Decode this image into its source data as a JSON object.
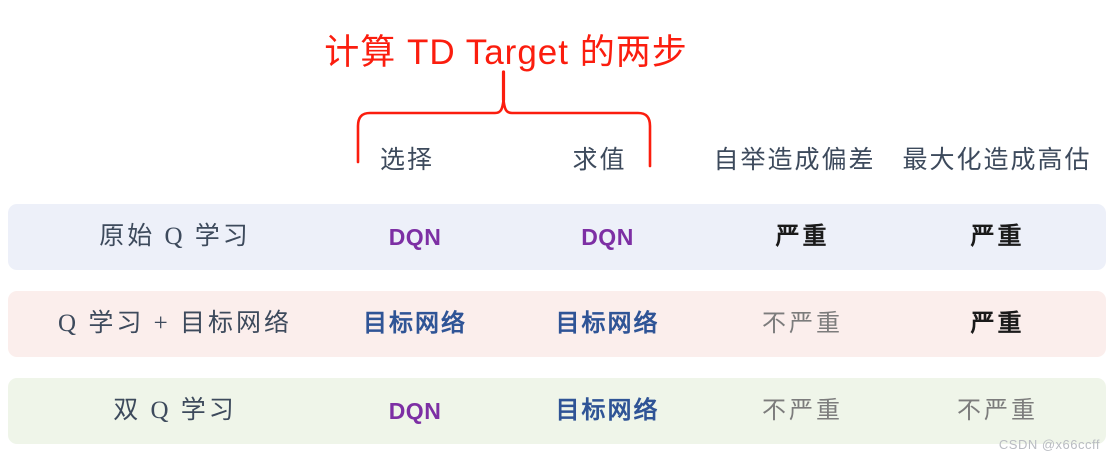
{
  "title": "计算 TD Target 的两步",
  "annotation": {
    "brace_color": "#fb1d0e",
    "brace_spans_columns": [
      "选择",
      "求值"
    ]
  },
  "colors": {
    "title": "#fb1d0e",
    "header_text": "#3d4a5c",
    "dqn_purple": "#7d2fa4",
    "target_navy": "#2f5496",
    "severe_dark": "#1a1a1a",
    "mild_gray": "#7c7c7c",
    "row_bg_0": "#edf0f9",
    "row_bg_1": "#fbeeec",
    "row_bg_2": "#eff5e9",
    "watermark": "#b9bcc2"
  },
  "table": {
    "headers": [
      "",
      "选择",
      "求值",
      "自举造成偏差",
      "最大化造成高估"
    ],
    "rows": [
      {
        "method": "原始 Q 学习",
        "select": "DQN",
        "evaluate": "DQN",
        "bootstrap_bias": "严重",
        "max_overestimate": "严重",
        "select_style": "dqn",
        "evaluate_style": "dqn",
        "bootstrap_style": "severe",
        "max_style": "severe"
      },
      {
        "method": "Q 学习 + 目标网络",
        "select": "目标网络",
        "evaluate": "目标网络",
        "bootstrap_bias": "不严重",
        "max_overestimate": "严重",
        "select_style": "target",
        "evaluate_style": "target",
        "bootstrap_style": "mild",
        "max_style": "severe"
      },
      {
        "method": "双 Q 学习",
        "select": "DQN",
        "evaluate": "目标网络",
        "bootstrap_bias": "不严重",
        "max_overestimate": "不严重",
        "select_style": "dqn",
        "evaluate_style": "target",
        "bootstrap_style": "mild",
        "max_style": "mild"
      }
    ]
  },
  "watermark": "CSDN @x66ccff"
}
